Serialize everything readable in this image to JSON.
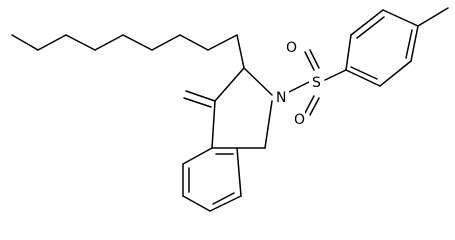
{
  "structure": {
    "atoms": {
      "nitrogen": "N",
      "sulfur": "S",
      "oxygen_top": "O",
      "oxygen_bottom": "O"
    },
    "colors": {
      "bond": "#000000",
      "background": "#ffffff"
    }
  }
}
